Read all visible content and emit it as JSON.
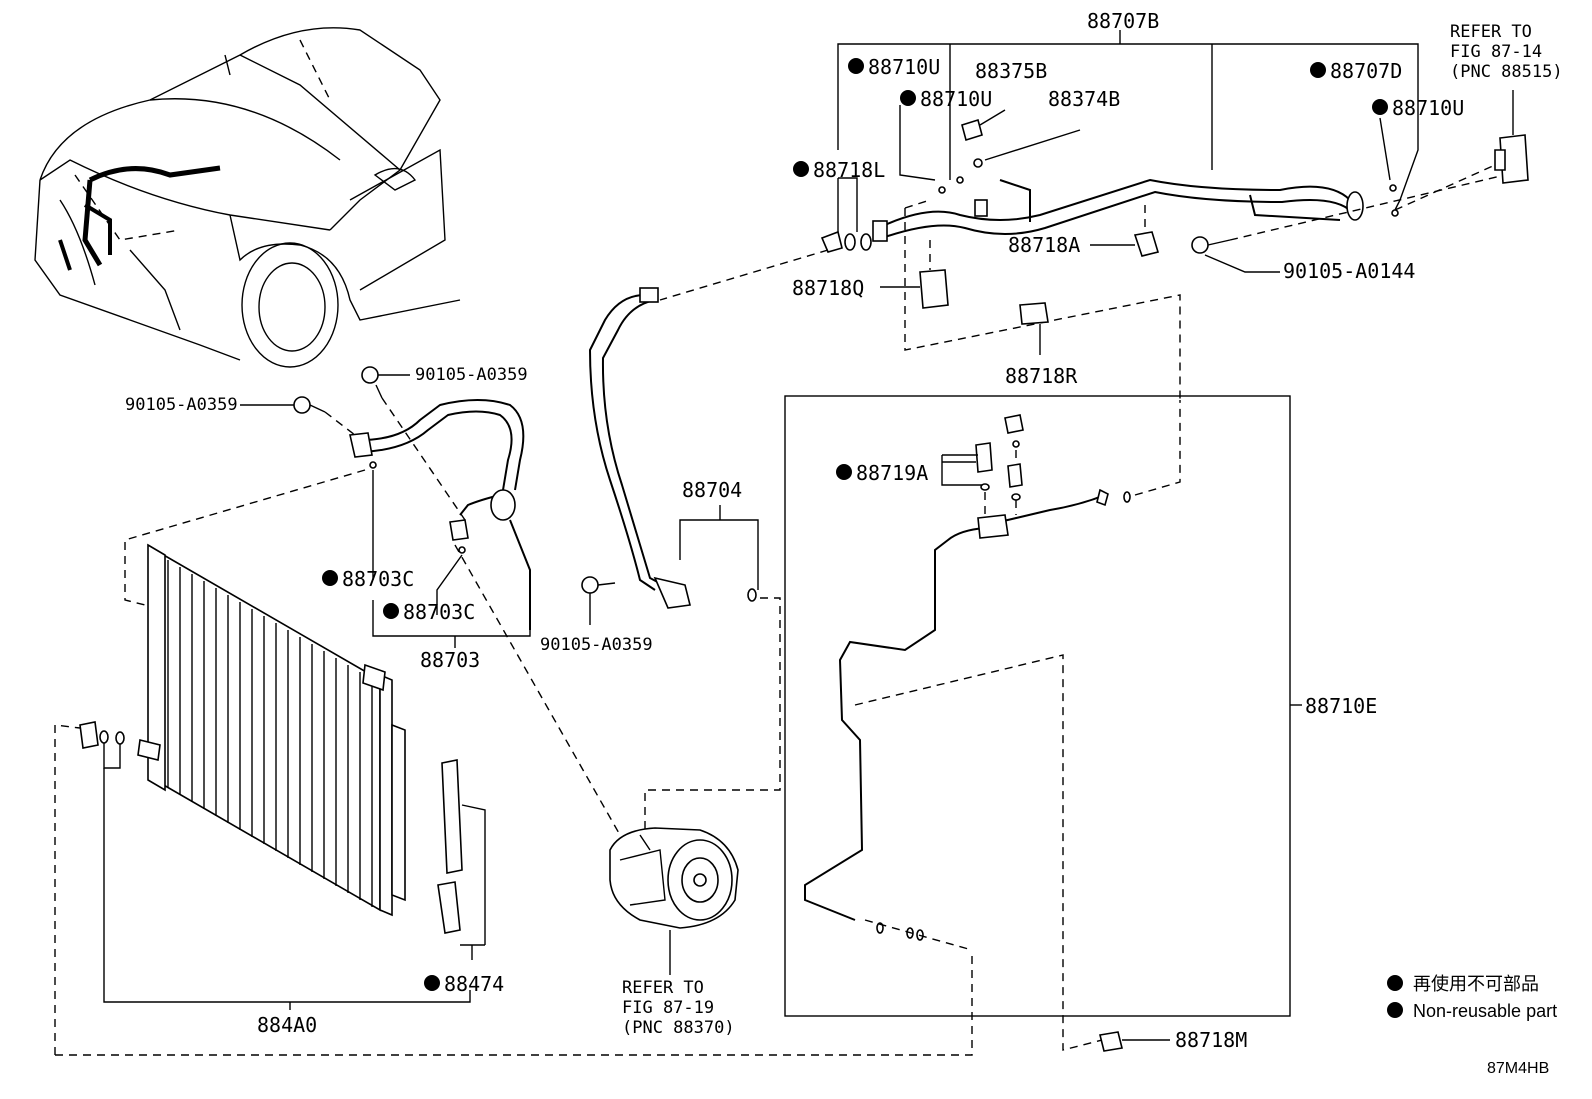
{
  "diagram": {
    "labels": {
      "p88707B": "88707B",
      "p88710U_a": "88710U",
      "p88710U_b": "88710U",
      "p88710U_c": "88710U",
      "p88375B": "88375B",
      "p88374B": "88374B",
      "p88707D": "88707D",
      "p88718L": "88718L",
      "p88718A": "88718A",
      "p88718Q": "88718Q",
      "p88718R": "88718R",
      "p90105_A0144": "90105-A0144",
      "p90105_A0359_a": "90105-A0359",
      "p90105_A0359_b": "90105-A0359",
      "p90105_A0359_c": "90105-A0359",
      "p88719A": "88719A",
      "p88704": "88704",
      "p88703C_a": "88703C",
      "p88703C_b": "88703C",
      "p88703": "88703",
      "p88710E": "88710E",
      "p88474": "88474",
      "p884A0": "884A0",
      "p88718M": "88718M"
    },
    "refer_top": [
      "REFER TO",
      "FIG 87-14",
      "(PNC 88515)"
    ],
    "refer_bottom": [
      "REFER TO",
      "FIG 87-19",
      "(PNC 88370)"
    ],
    "legend": {
      "japanese": "再使用不可部品",
      "english": "Non-reusable part"
    },
    "figure_code": "87M4HB"
  }
}
